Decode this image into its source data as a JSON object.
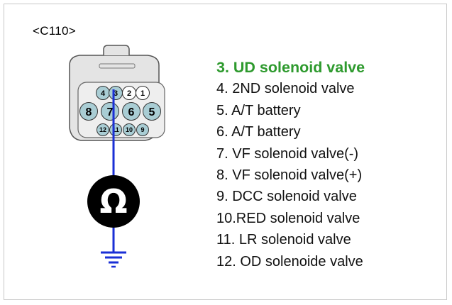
{
  "connector": {
    "id": "<C110>",
    "meter_symbol": "Ω",
    "pins_top_row": [
      "4",
      "3",
      "2",
      "1"
    ],
    "pins_middle_row": [
      "8",
      "7",
      "6",
      "5"
    ],
    "pins_bottom_row": [
      "12",
      "11",
      "10",
      "9"
    ]
  },
  "pin_list": [
    {
      "label": "3. UD solenoid valve",
      "active": true
    },
    {
      "label": "4. 2ND solenoid valve",
      "active": false
    },
    {
      "label": "5. A/T battery",
      "active": false
    },
    {
      "label": "6. A/T battery",
      "active": false
    },
    {
      "label": "7. VF solenoid valve(-)",
      "active": false
    },
    {
      "label": "8. VF solenoid valve(+)",
      "active": false
    },
    {
      "label": "9. DCC solenoid valve",
      "active": false
    },
    {
      "label": "10.RED solenoid valve",
      "active": false
    },
    {
      "label": "11. LR solenoid valve",
      "active": false
    },
    {
      "label": "12. OD solenoide valve",
      "active": false
    }
  ],
  "colors": {
    "active_text": "#2e9a2e",
    "probe_wire": "#1a2fd6",
    "pin_fill": "#a9cdd4",
    "connector_fill": "#e4e4e4",
    "meter_fill": "#000000"
  }
}
